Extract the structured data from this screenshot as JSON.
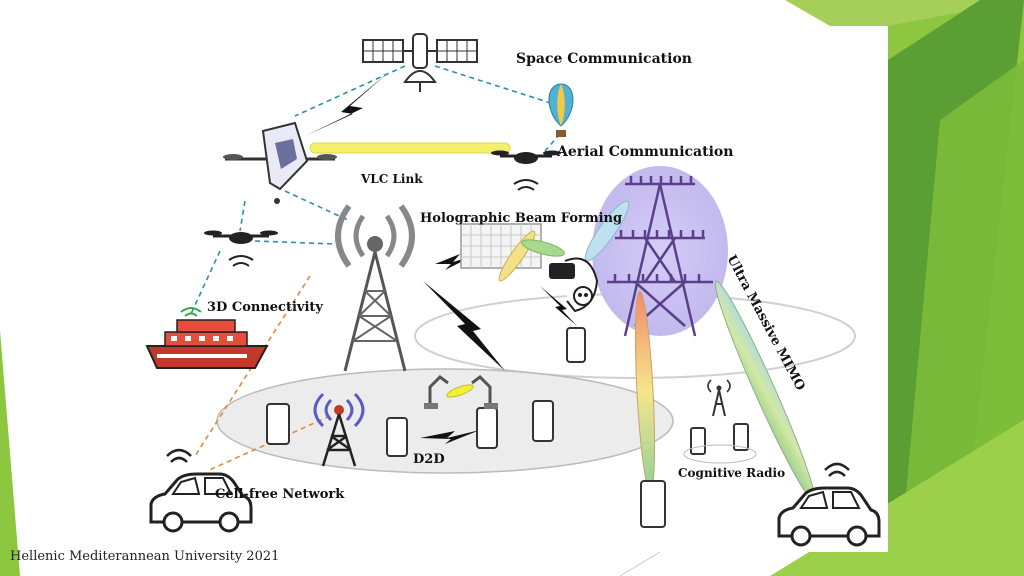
{
  "footer": "Hellenic Mediterannean University 2021",
  "diagram": {
    "labels": {
      "space": "Space Communication",
      "aerial": "Aerial Communication",
      "vlc": "VLC Link",
      "holo": "Holographic Beam Forming",
      "conn3d": "3D Connectivity",
      "mimo": "Ultra Massive MIMO",
      "d2d": "D2D",
      "cellfree": "Cell-free Network",
      "cognitive": "Cognitive Radio"
    }
  },
  "theme": {
    "accent_green": "#8dc63f",
    "dark_green": "#4a8b2c",
    "beam_yellow": "#f3ef6c",
    "mimo_halo": "#c9c2f0"
  }
}
